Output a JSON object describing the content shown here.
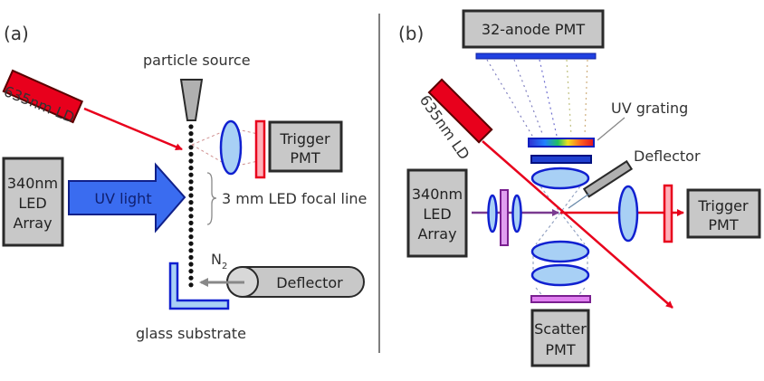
{
  "panel_a": {
    "label": "(a)",
    "particle_source": "particle source",
    "laser_label": "635nm LD",
    "led_array": [
      "340nm",
      "LED",
      "Array"
    ],
    "uv_light": "UV light",
    "trigger_pmt": [
      "Trigger",
      "PMT"
    ],
    "focal_line": "3 mm LED focal line",
    "n2_label": "N",
    "n2_subscript": "2",
    "deflector": "Deflector",
    "substrate": "glass substrate"
  },
  "panel_b": {
    "label": "(b)",
    "anode_pmt": "32-anode PMT",
    "uv_grating": "UV grating",
    "laser_label": "635nm LD",
    "deflector": "Deflector",
    "led_array": [
      "340nm",
      "LED",
      "Array"
    ],
    "trigger_pmt": [
      "Trigger",
      "PMT"
    ],
    "scatter_pmt": [
      "Scatter",
      "PMT"
    ]
  },
  "colors": {
    "laser_red": "#e8001c",
    "uv_blue": "#3366ee",
    "lens_fill": "#a8d0f5",
    "lens_stroke": "#1020d0",
    "box_fill": "#c8c8c8",
    "box_stroke": "#2a2a2a",
    "filter_purple": "#c060d0"
  }
}
